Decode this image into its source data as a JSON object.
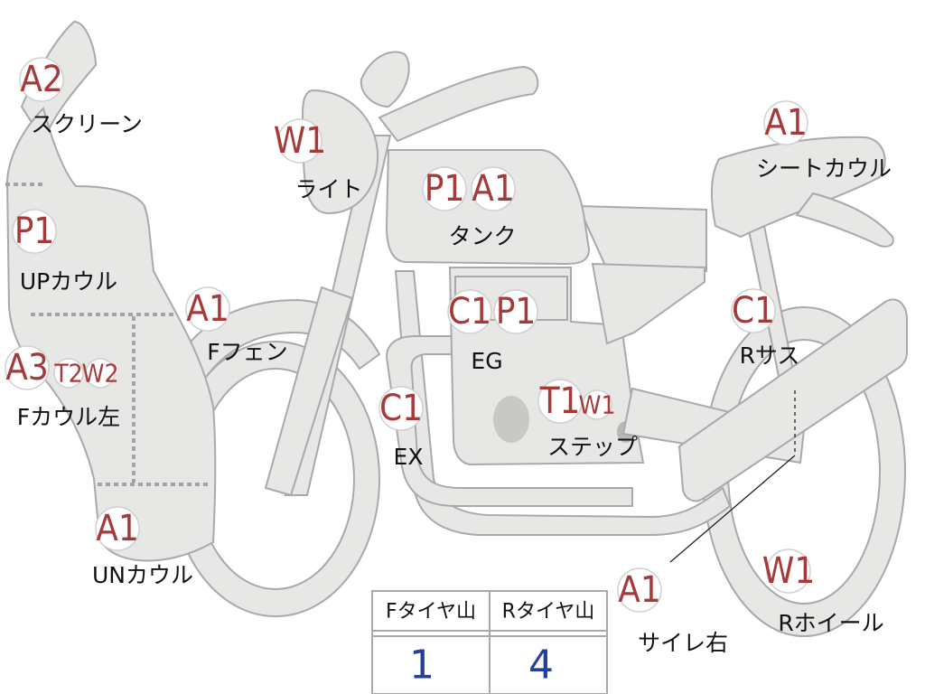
{
  "colors": {
    "part_fill": "#e7e7e5",
    "outline": "#a9a9a9",
    "code": "#a63a3a",
    "value": "#24419a"
  },
  "labels": [
    {
      "id": "screen",
      "codes": [
        "A2"
      ],
      "text": "スクリーン"
    },
    {
      "id": "up-cowl",
      "codes": [
        "P1"
      ],
      "text": "UPカウル"
    },
    {
      "id": "f-cowl-l",
      "codes": [
        "A3",
        "T2",
        "W2"
      ],
      "text": "Fカウル左"
    },
    {
      "id": "un-cowl",
      "codes": [
        "A1"
      ],
      "text": "UNカウル"
    },
    {
      "id": "light",
      "codes": [
        "W1"
      ],
      "text": "ライト"
    },
    {
      "id": "f-fender",
      "codes": [
        "A1"
      ],
      "text": "Fフェン"
    },
    {
      "id": "tank",
      "codes": [
        "P1",
        "A1"
      ],
      "text": "タンク"
    },
    {
      "id": "eg",
      "codes": [
        "C1",
        "P1"
      ],
      "text": "EG"
    },
    {
      "id": "ex",
      "codes": [
        "C1"
      ],
      "text": "EX"
    },
    {
      "id": "step",
      "codes": [
        "T1",
        "W1"
      ],
      "text": "ステップ"
    },
    {
      "id": "seat-cowl",
      "codes": [
        "A1"
      ],
      "text": "シートカウル"
    },
    {
      "id": "r-sus",
      "codes": [
        "C1"
      ],
      "text": "Rサス"
    },
    {
      "id": "silencer-r",
      "codes": [
        "A1"
      ],
      "text": "サイレ右"
    },
    {
      "id": "r-wheel",
      "codes": [
        "W1"
      ],
      "text": "Rホイール"
    }
  ],
  "tire_table": {
    "headers": [
      "Fタイヤ山",
      "Rタイヤ山"
    ],
    "values": [
      "1",
      "4"
    ]
  }
}
